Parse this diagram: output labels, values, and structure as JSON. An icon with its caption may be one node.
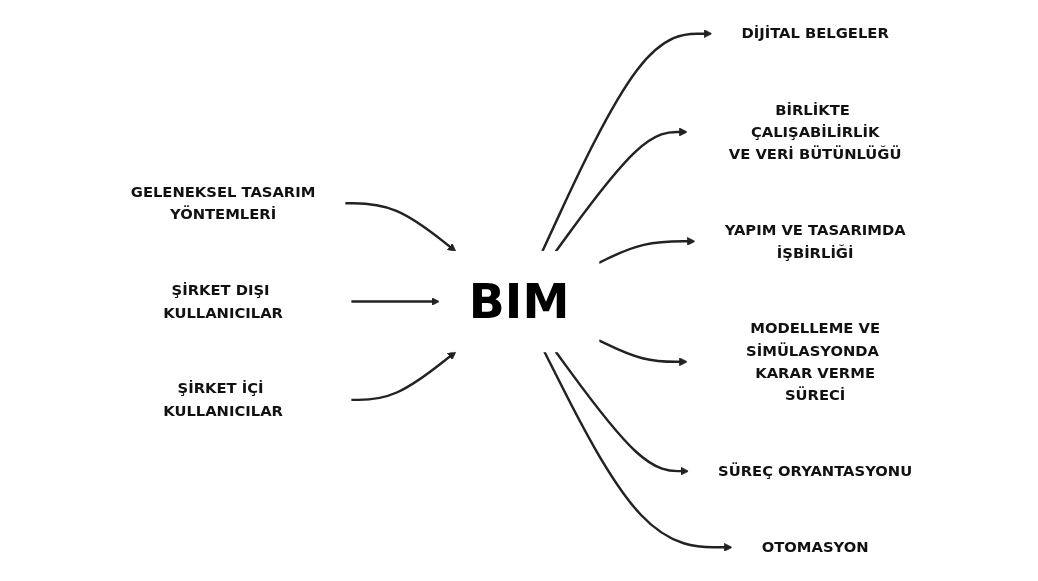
{
  "diagram": {
    "nodes": [
      {
        "text": [
          "DİJİTAL BELGELER"
        ]
      },
      {
        "text": [
          "ŞİRKET DIŞI KULLANICILAR"
        ]
      },
      {
        "text": [
          "BİRLİKTE ÇALIŞABİLİRLİK VE VERİ BÜTÜNLÜĞÜ"
        ]
      },
      {
        "text": [
          "YAPIM VE TASARIMDA İŞBİRLİĞİ"
        ]
      },
      {
        "text": [
          "BIM"
        ]
      },
      {
        "text": [
          "ŞİRKET İÇİ KULLANICILAR"
        ]
      },
      {
        "text": [
          "MODELLEME VE SİMÜLASYONDA KARAR VERME SÜRECİ"
        ]
      },
      {
        "text": [
          "GELENEKSEL TASARIM YÖNTEMLERİ"
        ]
      },
      {
        "text": [
          "OTOMASYON"
        ]
      },
      {
        "text": [
          "SÜREÇ ORYANTASYONU"
        ]
      }
    ],
    "edges": [
      {
        "from": 7,
        "to": 4,
        "arrow": "to"
      },
      {
        "from": 1,
        "to": 4,
        "arrow": "to"
      },
      {
        "from": 5,
        "to": 4,
        "arrow": "to"
      },
      {
        "from": 4,
        "to": 0,
        "arrow": "to"
      },
      {
        "from": 4,
        "to": 2,
        "arrow": "to"
      },
      {
        "from": 4,
        "to": 3,
        "arrow": "to"
      },
      {
        "from": 4,
        "to": 6,
        "arrow": "to"
      },
      {
        "from": 4,
        "to": 9,
        "arrow": "to"
      },
      {
        "from": 4,
        "to": 8,
        "arrow": "to"
      }
    ]
  }
}
